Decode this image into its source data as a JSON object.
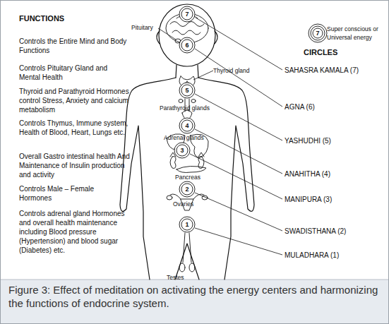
{
  "diagram": {
    "caption": "Figure 3: Effect of meditation on activating the energy centers and harmonizing the functions of endocrine system.",
    "nodes": [
      {
        "text": [
          "7"
        ]
      },
      {
        "text": [
          "7",
          "Super conscious or Universal energy"
        ]
      },
      {
        "text": [
          "6"
        ]
      },
      {
        "text": [
          "5"
        ]
      },
      {
        "text": [
          "4"
        ]
      },
      {
        "text": [
          "3"
        ]
      },
      {
        "text": [
          "2"
        ]
      },
      {
        "text": [
          "1"
        ]
      }
    ],
    "labels": [
      "FUNCTIONS",
      "Controls the Entire Mind and Body Functions",
      "Controls Pituitary Gland and Mental Health",
      "Thyroid and Parathyroid Hormones control Stress, Anxiety and calcium metabolism",
      "Controls Thymus, Immune system, Health of Blood, Heart, Lungs etc.",
      "Overall Gastro intestinal health And Maintenance of Insulin production and activity",
      "Controls Male – Female Hormones",
      "Controls adrenal gland Hormones and overall health maintenance including Blood pressure (Hypertension) and blood sugar (Diabetes) etc.",
      "CIRCLES",
      "SAHASRA KAMALA (7)",
      "AGNA (6)",
      "YASHUDHI (5)",
      "ANAHITHA (4)",
      "MANIPURA (3)",
      "SWADISTHANA (2)",
      "MULADHARA (1)",
      "Pituitary",
      "Thyroid gland",
      "Parathyroid glands",
      "Adrenal glands",
      "Pancreas",
      "Ovaries",
      "Testes"
    ]
  }
}
